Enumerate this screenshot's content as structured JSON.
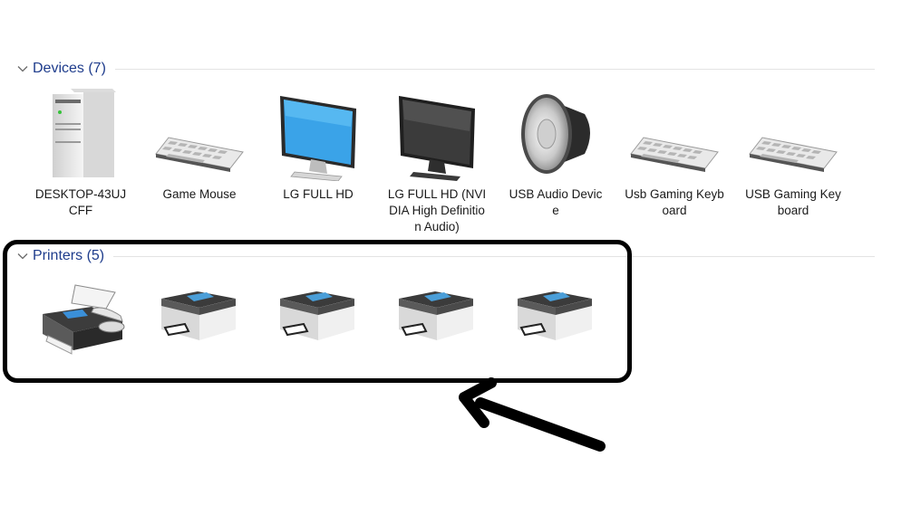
{
  "devices_group": {
    "title": "Devices (7)",
    "items": [
      {
        "label": "DESKTOP-43UJCFF",
        "icon": "desktop-tower-icon"
      },
      {
        "label": "Game Mouse",
        "icon": "keyboard-icon"
      },
      {
        "label": "LG FULL HD",
        "icon": "monitor-icon"
      },
      {
        "label": "LG FULL HD (NVIDIA High Definition Audio)",
        "icon": "monitor-dark-icon"
      },
      {
        "label": "USB Audio Device",
        "icon": "speaker-icon"
      },
      {
        "label": "Usb Gaming Keyboard",
        "icon": "keyboard-icon"
      },
      {
        "label": "USB Gaming Keyboard",
        "icon": "keyboard-icon"
      }
    ]
  },
  "printers_group": {
    "title": "Printers (5)",
    "items": [
      {
        "icon": "fax-icon"
      },
      {
        "icon": "printer-icon"
      },
      {
        "icon": "printer-icon"
      },
      {
        "icon": "printer-icon"
      },
      {
        "icon": "printer-icon"
      }
    ]
  },
  "colors": {
    "group_title": "#1e3c8c",
    "annotation": "#000000"
  }
}
